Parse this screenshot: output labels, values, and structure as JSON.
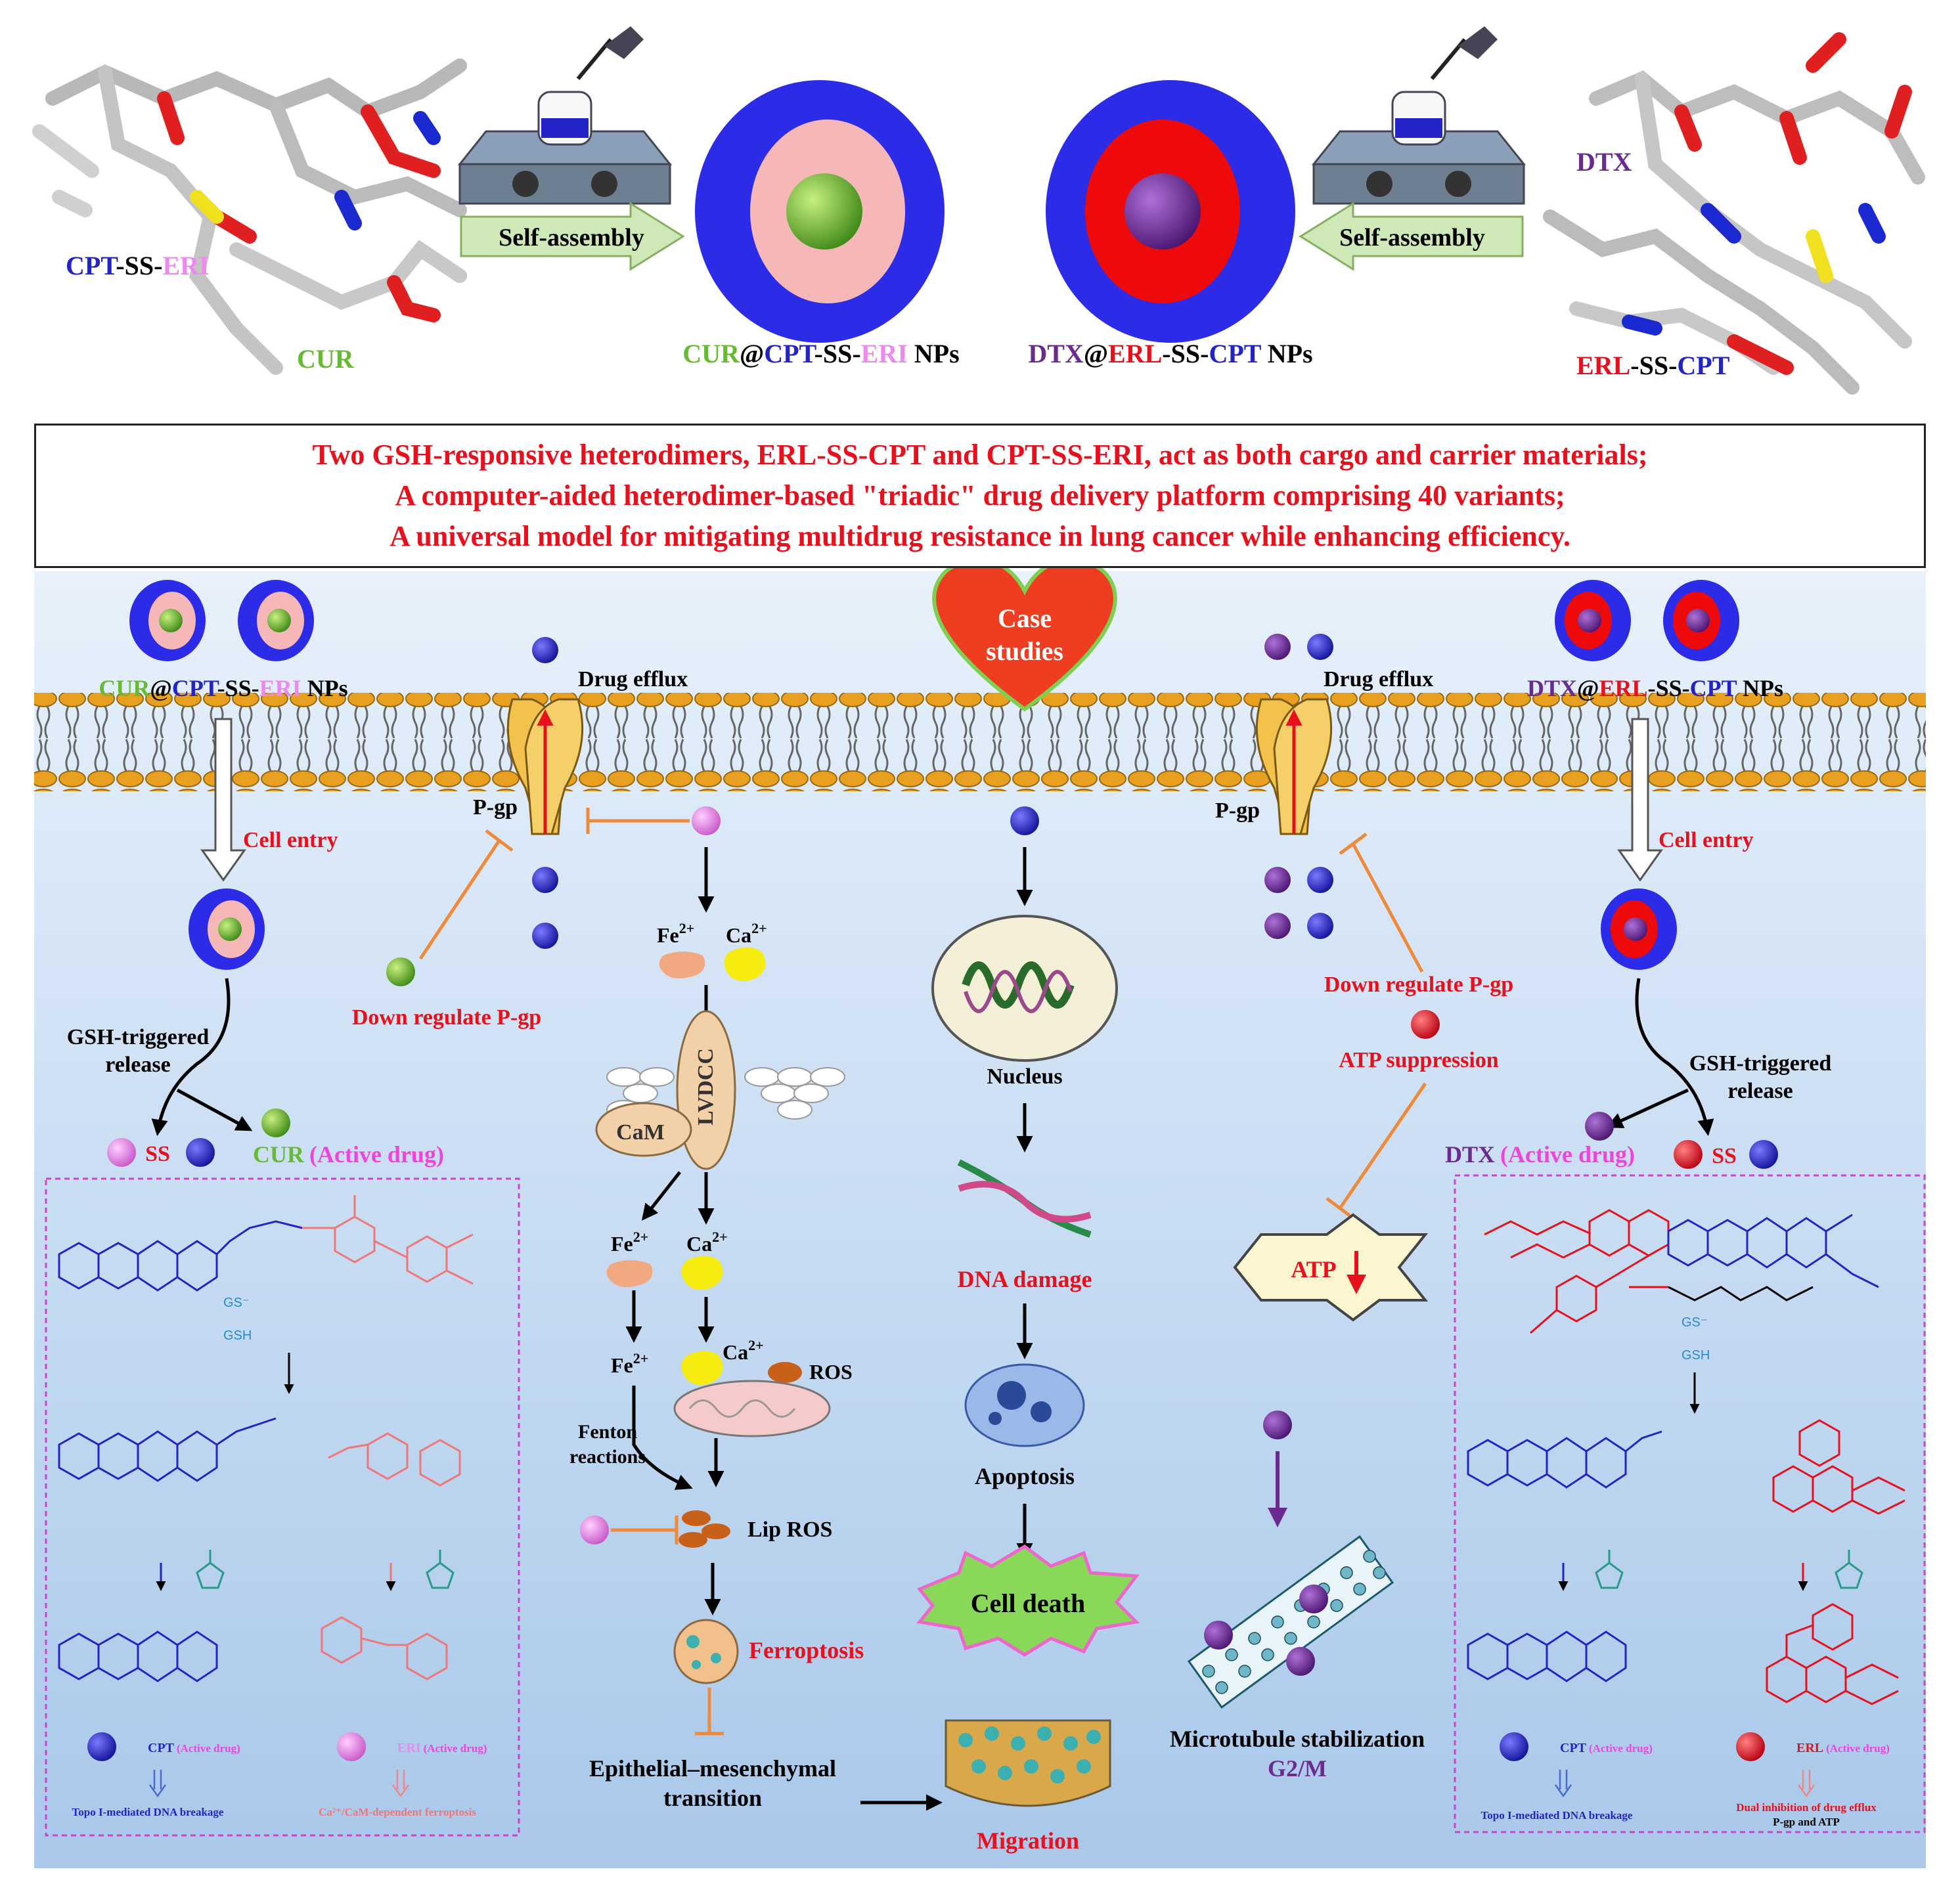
{
  "labels": {
    "cpt_ss_eri": [
      "CPT",
      "-SS-",
      "ERI"
    ],
    "cur": "CUR",
    "self_assembly": "Self-assembly",
    "cur_np": [
      "CUR",
      "@",
      "CPT",
      "-SS-",
      "ERI",
      " NPs"
    ],
    "dtx_np": [
      "DTX",
      "@",
      "ERL",
      "-SS-",
      "CPT",
      " NPs"
    ],
    "dtx": "DTX",
    "erl_ss_cpt": [
      "ERL",
      "-SS-",
      "CPT"
    ]
  },
  "banner": [
    "Two GSH-responsive heterodimers, ERL-SS-CPT and CPT-SS-ERI, act as both cargo and carrier materials;",
    "A computer-aided heterodimer-based \"triadic\" drug delivery platform comprising 40 variants;",
    "A universal model for mitigating multidrug resistance in lung cancer while enhancing efficiency."
  ],
  "pathway": {
    "drug_efflux": "Drug efflux",
    "pgp": "P-gp",
    "cell_entry": "Cell entry",
    "down_regulate": "Down regulate P-gp",
    "gsh_triggered": [
      "GSH-triggered",
      "release"
    ],
    "ss": "SS",
    "cur_active": "CUR",
    "dtx_active": "DTX",
    "active_drug": "(Active drug)",
    "fe": "Fe",
    "ca": "Ca",
    "two_plus": "2+",
    "lvdcc": "LVDCC",
    "cam": "CaM",
    "ros": "ROS",
    "fenton": [
      "Fenton",
      "reactions"
    ],
    "lip_ros": "Lip ROS",
    "ferroptosis": "Ferroptosis",
    "emt": [
      "Epithelial–mesenchymal",
      "transition"
    ],
    "case_studies": [
      "Case",
      "studies"
    ],
    "nucleus": "Nucleus",
    "dna_damage": "DNA damage",
    "apoptosis": "Apoptosis",
    "cell_death": "Cell death",
    "migration": "Migration",
    "atp_suppression": "ATP suppression",
    "atp": "ATP",
    "microtubule": "Microtubule stabilization",
    "g2m": "G2/M"
  },
  "left_box": {
    "gs": "GS⁻",
    "gsh": "GSH",
    "cpt_active": "CPT",
    "eri_active": "ERI",
    "active_small": "(Active drug)",
    "topo": "Topo I-mediated DNA breakage",
    "ferro": "Ca²⁺/CaM-dependent ferroptosis"
  },
  "right_box": {
    "gs": "GS⁻",
    "gsh": "GSH",
    "cpt_active": "CPT",
    "erl_active": "ERL",
    "active_small": "(Active drug)",
    "topo": "Topo I-mediated DNA breakage",
    "dual": [
      "Dual inhibition of drug efflux",
      "P-gp and ATP"
    ]
  },
  "colors": {
    "blue": "#2323c8",
    "pink": "#ee88ee",
    "green": "#66bb33",
    "purple": "#6b2a8f",
    "red": "#e8101c",
    "orange": "#ee8a3a"
  }
}
